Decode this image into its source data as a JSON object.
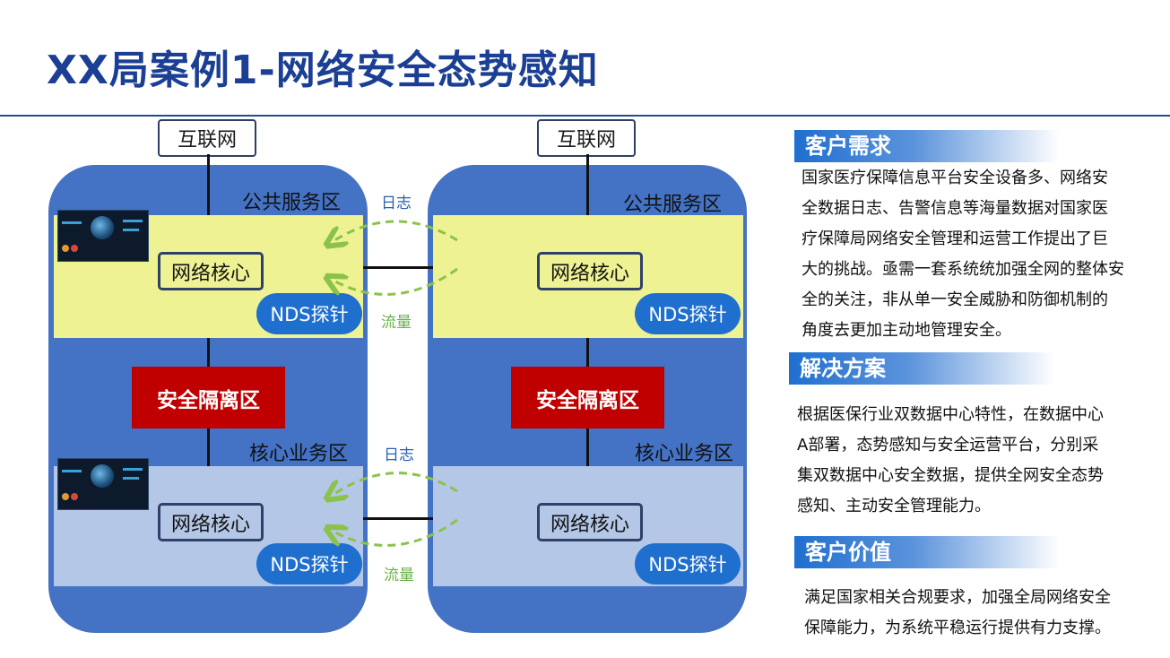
{
  "title": "XX局案例1-网络安全态势感知",
  "diagram": {
    "internet": "互联网",
    "public_zone": "公共服务区",
    "core_zone": "核心业务区",
    "network_core": "网络核心",
    "nds_probe": "NDS探针",
    "isolation_zone": "安全隔离区",
    "log_label": "日志",
    "traffic_label": "流量"
  },
  "sections": {
    "needs": {
      "heading": "客户需求",
      "lines": [
        "国家医疗保障信息平台安全设备多、网络安",
        "全数据日志、告警信息等海量数据对国家医",
        "疗保障局网络安全管理和运营工作提出了巨",
        "大的挑战。亟需一套系统统加强全网的整体安",
        "全的关注，非从单一安全威胁和防御机制的",
        "角度去更加主动地管理安全。"
      ]
    },
    "solution": {
      "heading": "解决方案",
      "lines": [
        "根据医保行业双数据中心特性，在数据中心",
        "A部署，态势感知与安全运营平台，分别采",
        "集双数据中心安全数据，提供全网安全态势",
        "感知、主动安全管理能力。"
      ]
    },
    "value": {
      "heading": "客户价值",
      "lines": [
        "满足国家相关合规要求，加强全局网络安全",
        "保障能力，为系统平稳运行提供有力支撑。"
      ]
    }
  },
  "colors": {
    "title": "#1b3f94",
    "pill": "#4472c4",
    "public_zone": "#eef293",
    "core_zone": "#b4c7e7",
    "isolation": "#c00000",
    "nds": "#1f6fcf",
    "arrow": "#8bc34a",
    "log_text": "#2b5fb3",
    "traffic_text": "#6ab04c"
  }
}
